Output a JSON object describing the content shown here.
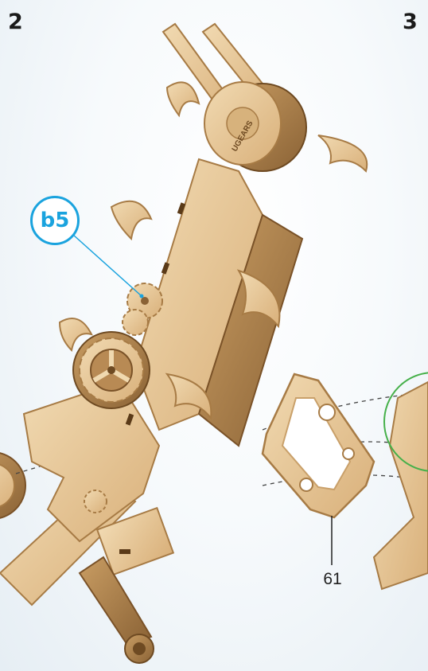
{
  "steps": [
    {
      "number": "2",
      "badge_color": "#3aa935"
    },
    {
      "number": "3",
      "badge_color": "#3aa935"
    }
  ],
  "callout": {
    "label": "b5",
    "color": "#1aa3de"
  },
  "part": {
    "number": "61"
  },
  "logo": {
    "text": "UGEARS"
  },
  "colors": {
    "wood": "#e8c89a",
    "wood_edge": "#c9a06a",
    "wood_dark": "#8a6235",
    "highlight_circle": "#46b04a"
  }
}
